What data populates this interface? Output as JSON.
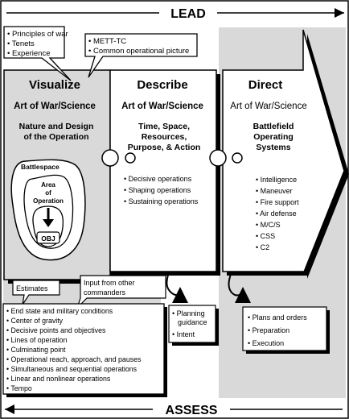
{
  "lead": "LEAD",
  "assess": "ASSESS",
  "callout_top_left": [
    "• Principles of war",
    "• Tenets",
    "• Experience"
  ],
  "callout_top_mid": [
    "• METT-TC",
    "• Common operational picture"
  ],
  "visualize": {
    "title": "Visualize",
    "art": "Art of War/Science",
    "sub": [
      "Nature and Design",
      "of the Operation"
    ],
    "battlespace": "Battlespace",
    "area": [
      "Area",
      "of",
      "Operation"
    ],
    "obj": "OBJ"
  },
  "describe": {
    "title": "Describe",
    "art": "Art of War/Science",
    "sub": [
      "Time, Space,",
      "Resources,",
      "Purpose, & Action"
    ],
    "items": [
      "• Decisive operations",
      "• Shaping operations",
      "• Sustaining operations"
    ]
  },
  "direct": {
    "title": "Direct",
    "art": "Art of War/Science",
    "sub": [
      "Battlefield",
      "Operating",
      "Systems"
    ],
    "items": [
      "• Intelligence",
      "• Maneuver",
      "• Fire support",
      "• Air defense",
      "• M/C/S",
      "• CSS",
      "• C2"
    ]
  },
  "estimates": "Estimates",
  "input": [
    "Input from other",
    "commanders"
  ],
  "bottom_list": [
    "• End state and military conditions",
    "• Center of gravity",
    "• Decisive points and objectives",
    "• Lines of operation",
    "• Culminating point",
    "• Operational reach, approach, and pauses",
    "• Simultaneous and sequential operations",
    "• Linear and nonlinear operations",
    "• Tempo"
  ],
  "planning": [
    "• Planning",
    "guidance",
    "• Intent"
  ],
  "plans": [
    "• Plans and orders",
    "• Preparation",
    "• Execution"
  ]
}
